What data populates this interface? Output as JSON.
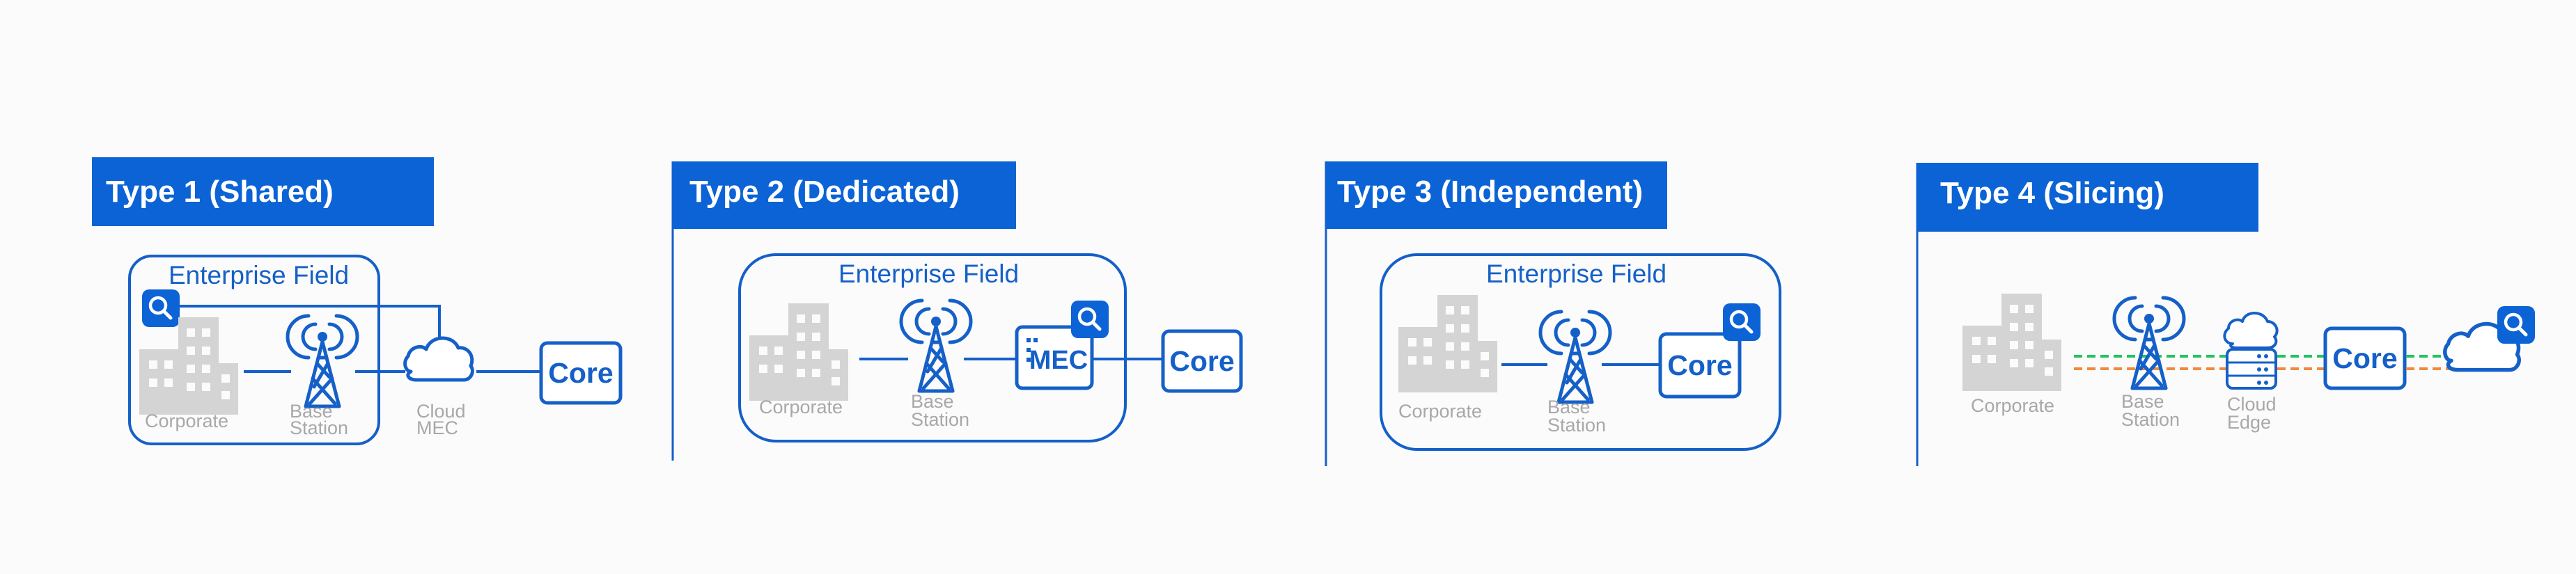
{
  "panels": [
    {
      "title": "Type 1 (Shared)",
      "field_label": "Enterprise Field",
      "corporate_label": "Corporate",
      "base_station_label": [
        "Base",
        "Station"
      ],
      "cloud_label": [
        "Cloud",
        "MEC"
      ],
      "core_label": "Core"
    },
    {
      "title": "Type 2 (Dedicated)",
      "field_label": "Enterprise Field",
      "corporate_label": "Corporate",
      "base_station_label": [
        "Base",
        "Station"
      ],
      "mec_label": "MEC",
      "core_label": "Core"
    },
    {
      "title": "Type 3 (Independent)",
      "field_label": "Enterprise Field",
      "corporate_label": "Corporate",
      "base_station_label": [
        "Base",
        "Station"
      ],
      "core_label": "Core"
    },
    {
      "title": "Type 4 (Slicing)",
      "corporate_label": "Corporate",
      "base_station_label": [
        "Base",
        "Station"
      ],
      "edge_label": [
        "Cloud",
        "Edge"
      ],
      "core_label": "Core"
    }
  ],
  "colors": {
    "brand_blue": "#0b63d6",
    "line_blue": "#1560c8",
    "icon_gray": "#d4d4d4",
    "slice_green": "#22c55e",
    "slice_orange": "#f08a3c"
  },
  "icons": [
    "search-icon",
    "building-icon",
    "antenna-tower-icon",
    "cloud-icon",
    "server-icon"
  ]
}
